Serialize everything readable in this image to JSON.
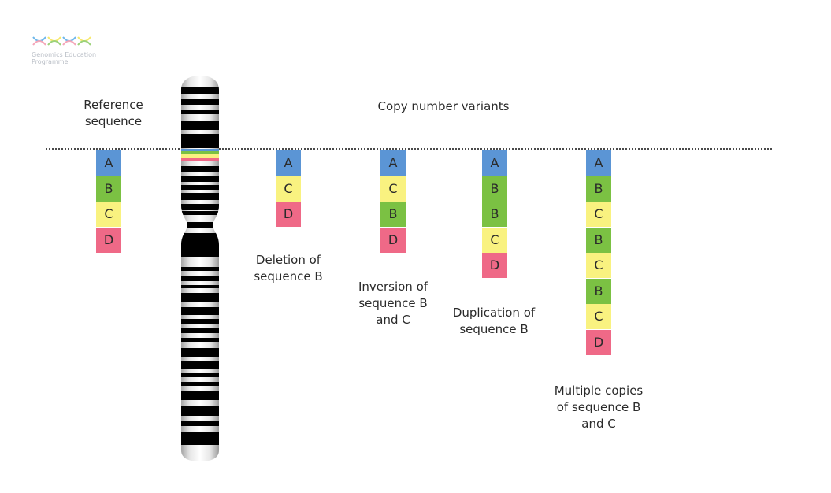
{
  "watermark": {
    "text": "Genomics Education\nProgramme",
    "colors": [
      "#6db7ea",
      "#f4a6b9",
      "#f7e96b",
      "#9cd27a"
    ]
  },
  "labels": {
    "reference": "Reference\nsequence",
    "cnv_header": "Copy number variants",
    "deletion": "Deletion of\nsequence B",
    "inversion": "Inversion of\nsequence B\nand C",
    "duplication": "Duplication of\nsequence B",
    "multiple": "Multiple copies\nof sequence B\nand C"
  },
  "segment_colors": {
    "A": "#5b95d5",
    "B": "#7bc143",
    "C": "#f9f280",
    "D": "#ef6987"
  },
  "columns": [
    {
      "id": "reference",
      "segments": [
        "A",
        "B",
        "C",
        "D"
      ]
    },
    {
      "id": "deletion",
      "segments": [
        "A",
        "C",
        "D"
      ]
    },
    {
      "id": "inversion",
      "segments": [
        "A",
        "C",
        "B",
        "D"
      ]
    },
    {
      "id": "duplication",
      "segments": [
        "A",
        "B",
        "B",
        "C",
        "D"
      ]
    },
    {
      "id": "multiple",
      "segments": [
        "A",
        "B",
        "C",
        "B",
        "C",
        "B",
        "C",
        "D"
      ]
    }
  ]
}
